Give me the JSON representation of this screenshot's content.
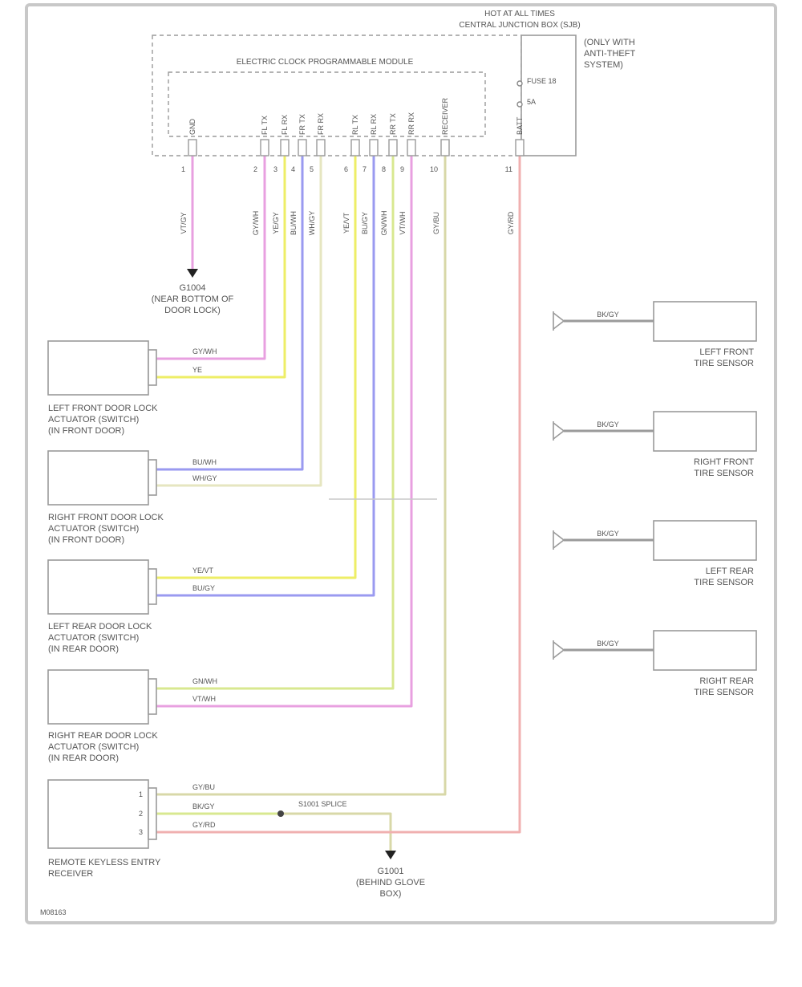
{
  "header": {
    "power_label": "HOT AT ALL TIMES",
    "fuse_box": "CENTRAL JUNCTION BOX (SJB)",
    "fuse_name": "FUSE 18",
    "fuse_amp": "5A",
    "module_title": "ELECTRIC CLOCK PROGRAMMABLE MODULE",
    "module_note_lines": [
      "(ONLY WITH",
      "ANTI-THEFT",
      "SYSTEM)"
    ]
  },
  "module_pins": [
    {
      "pin": "1",
      "label": "GND"
    },
    {
      "pin": "2",
      "label": "FL TX"
    },
    {
      "pin": "3",
      "label": "FL RX"
    },
    {
      "pin": "4",
      "label": "FR TX"
    },
    {
      "pin": "5",
      "label": "FR RX"
    },
    {
      "pin": "6",
      "label": "RL TX"
    },
    {
      "pin": "7",
      "label": "RL RX"
    },
    {
      "pin": "8",
      "label": "RR TX"
    },
    {
      "pin": "9",
      "label": "RR RX"
    },
    {
      "pin": "10",
      "label": "RECEIVER"
    },
    {
      "pin": "11",
      "label": "BATT"
    }
  ],
  "module_wire_codes": [
    "VT/GY",
    "GY/WH",
    "YE/GY",
    "BU/WH",
    "WH/GY",
    "YE/VT",
    "BU/GY",
    "GN/WH",
    "VT/WH",
    "GY/BU",
    "GY/RD"
  ],
  "ground_top": {
    "lines": [
      "G1004",
      "(NEAR BOTTOM OF",
      "DOOR LOCK)"
    ]
  },
  "ground_bottom": {
    "lines": [
      "G1001",
      "(BEHIND GLOVE",
      "BOX)"
    ]
  },
  "sensors_left": [
    {
      "name_lines": [
        "LEFT FRONT DOOR LOCK",
        "ACTUATOR (SWITCH)",
        "(IN FRONT DOOR)"
      ],
      "wire_a": "GY/WH",
      "wire_b": "YE"
    },
    {
      "name_lines": [
        "RIGHT FRONT DOOR LOCK",
        "ACTUATOR (SWITCH)",
        "(IN FRONT DOOR)"
      ],
      "wire_a": "BU/WH",
      "wire_b": "WH/GY"
    },
    {
      "name_lines": [
        "LEFT REAR DOOR LOCK",
        "ACTUATOR (SWITCH)",
        "(IN REAR DOOR)"
      ],
      "wire_a": "YE/VT",
      "wire_b": "BU/GY"
    },
    {
      "name_lines": [
        "RIGHT REAR DOOR LOCK",
        "ACTUATOR (SWITCH)",
        "(IN REAR DOOR)"
      ],
      "wire_a": "GN/WH",
      "wire_b": "VT/WH"
    }
  ],
  "receiver": {
    "name_lines": [
      "REMOTE KEYLESS ENTRY",
      "RECEIVER"
    ],
    "pins": [
      "1",
      "2",
      "3"
    ],
    "wires": [
      "GY/BU",
      "BK/GY",
      "GY/RD"
    ],
    "splice": "S1001 SPLICE"
  },
  "sensors_right": [
    {
      "wire": "BK/GY",
      "name_lines": [
        "LEFT FRONT",
        "TIRE SENSOR"
      ]
    },
    {
      "wire": "BK/GY",
      "name_lines": [
        "RIGHT FRONT",
        "TIRE SENSOR"
      ]
    },
    {
      "wire": "BK/GY",
      "name_lines": [
        "LEFT REAR",
        "TIRE SENSOR"
      ]
    },
    {
      "wire": "BK/GY",
      "name_lines": [
        "RIGHT REAR",
        "TIRE SENSOR"
      ]
    }
  ],
  "footer_code": "M08163",
  "colors": {
    "pink": "#e8a0e0",
    "yellow": "#eeee66",
    "blue": "#9a9af0",
    "cream": "#e6e6c0",
    "lime": "#d8e890",
    "tan": "#d8d8a8",
    "red": "#f0b0b0",
    "frame": "#c8c8c8"
  }
}
